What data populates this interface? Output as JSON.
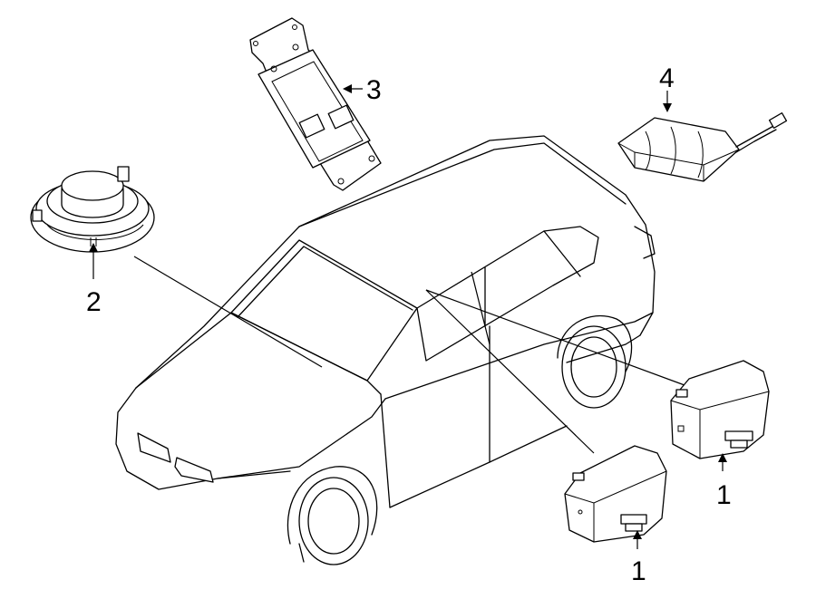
{
  "callouts": {
    "c1": "1",
    "c2": "2",
    "c3": "3",
    "c4": "4",
    "c5": "1"
  }
}
